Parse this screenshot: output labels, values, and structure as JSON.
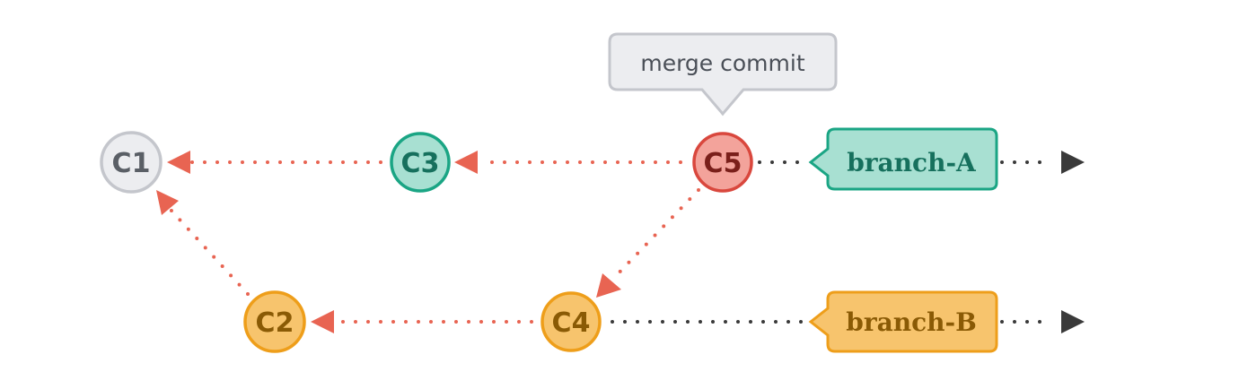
{
  "colors": {
    "parent_arrow": "#e86452",
    "branch_pointer_dots": "#3a3a3a",
    "c1": {
      "fill": "#ecedf0",
      "stroke": "#c4c6cc",
      "text": "#5a5f66"
    },
    "c3": {
      "fill": "#a8e0d2",
      "stroke": "#1aa584",
      "text": "#16705d"
    },
    "c5": {
      "fill": "#f3a39b",
      "stroke": "#d9473d",
      "text": "#7a1f1a"
    },
    "c2": {
      "fill": "#f7c46d",
      "stroke": "#ee9e1a",
      "text": "#8a5a05"
    },
    "c4": {
      "fill": "#f7c46d",
      "stroke": "#ee9e1a",
      "text": "#8a5a05"
    },
    "branch_a": {
      "fill": "#a8e0d2",
      "stroke": "#1aa584",
      "text": "#16705d"
    },
    "branch_b": {
      "fill": "#f7c46d",
      "stroke": "#ee9e1a",
      "text": "#8a5a05"
    },
    "callout": {
      "fill": "#ecedf0",
      "stroke": "#c4c6cc"
    }
  },
  "commits": {
    "c1": "C1",
    "c2": "C2",
    "c3": "C3",
    "c4": "C4",
    "c5": "C5"
  },
  "branches": {
    "branch_a": "branch-A",
    "branch_b": "branch-B"
  },
  "callout": {
    "text": "merge commit"
  }
}
